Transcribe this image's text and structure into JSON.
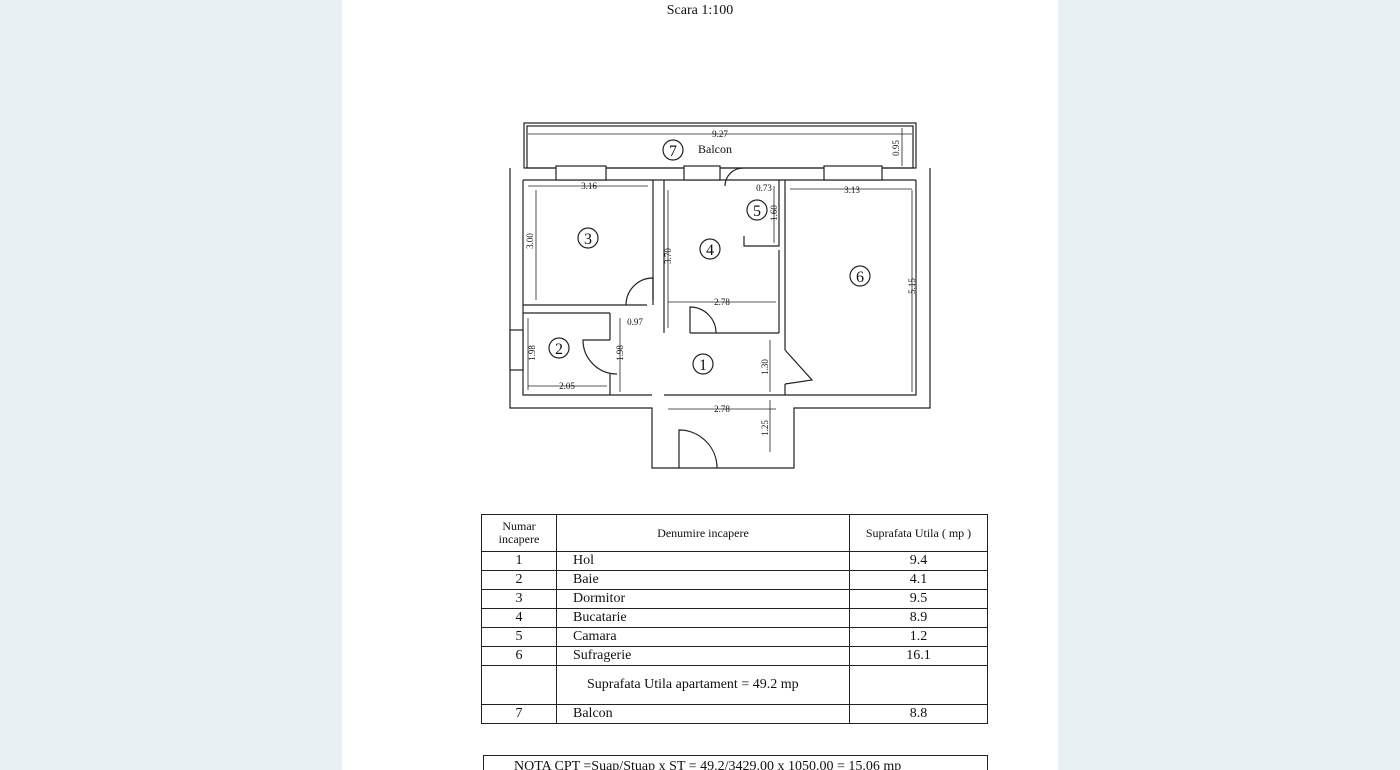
{
  "page": {
    "scale": "Scara 1:100"
  },
  "plan": {
    "balcony_label": "Balcon",
    "room_numbers": [
      "1",
      "2",
      "3",
      "4",
      "5",
      "6",
      "7"
    ],
    "dimensions": {
      "balcony_length": "9.27",
      "balcony_depth": "0.95",
      "r3_width": "3.16",
      "r3_height": "3.00",
      "r4_height": "3.70",
      "r4_width": "2.78",
      "r5_width": "0.73",
      "r5_height": "1.60",
      "r6_width": "3.13",
      "r6_height": "5.15",
      "r2_height": "1.98",
      "r2_width": "2.05",
      "door_097": "0.97",
      "hall_height": "1.98",
      "hall_130": "1.30",
      "entry_width": "2.78",
      "entry_depth": "1.25"
    }
  },
  "table": {
    "headers": {
      "number": "Numar incapere",
      "name": "Denumire incapere",
      "area": "Suprafata Utila ( mp )"
    },
    "rows": [
      {
        "num": "1",
        "name": "Hol",
        "area": "9.4"
      },
      {
        "num": "2",
        "name": "Baie",
        "area": "4.1"
      },
      {
        "num": "3",
        "name": "Dormitor",
        "area": "9.5"
      },
      {
        "num": "4",
        "name": "Bucatarie",
        "area": "8.9"
      },
      {
        "num": "5",
        "name": "Camara",
        "area": "1.2"
      },
      {
        "num": "6",
        "name": "Sufragerie",
        "area": "16.1"
      }
    ],
    "total": "Suprafata Utila apartament = 49.2 mp",
    "balcony_row": {
      "num": "7",
      "name": "Balcon",
      "area": "8.8"
    }
  },
  "note": "NOTA  CPT =Suap/Stuap x ST = 49.2/3429.00 x 1050.00 = 15.06 mp"
}
